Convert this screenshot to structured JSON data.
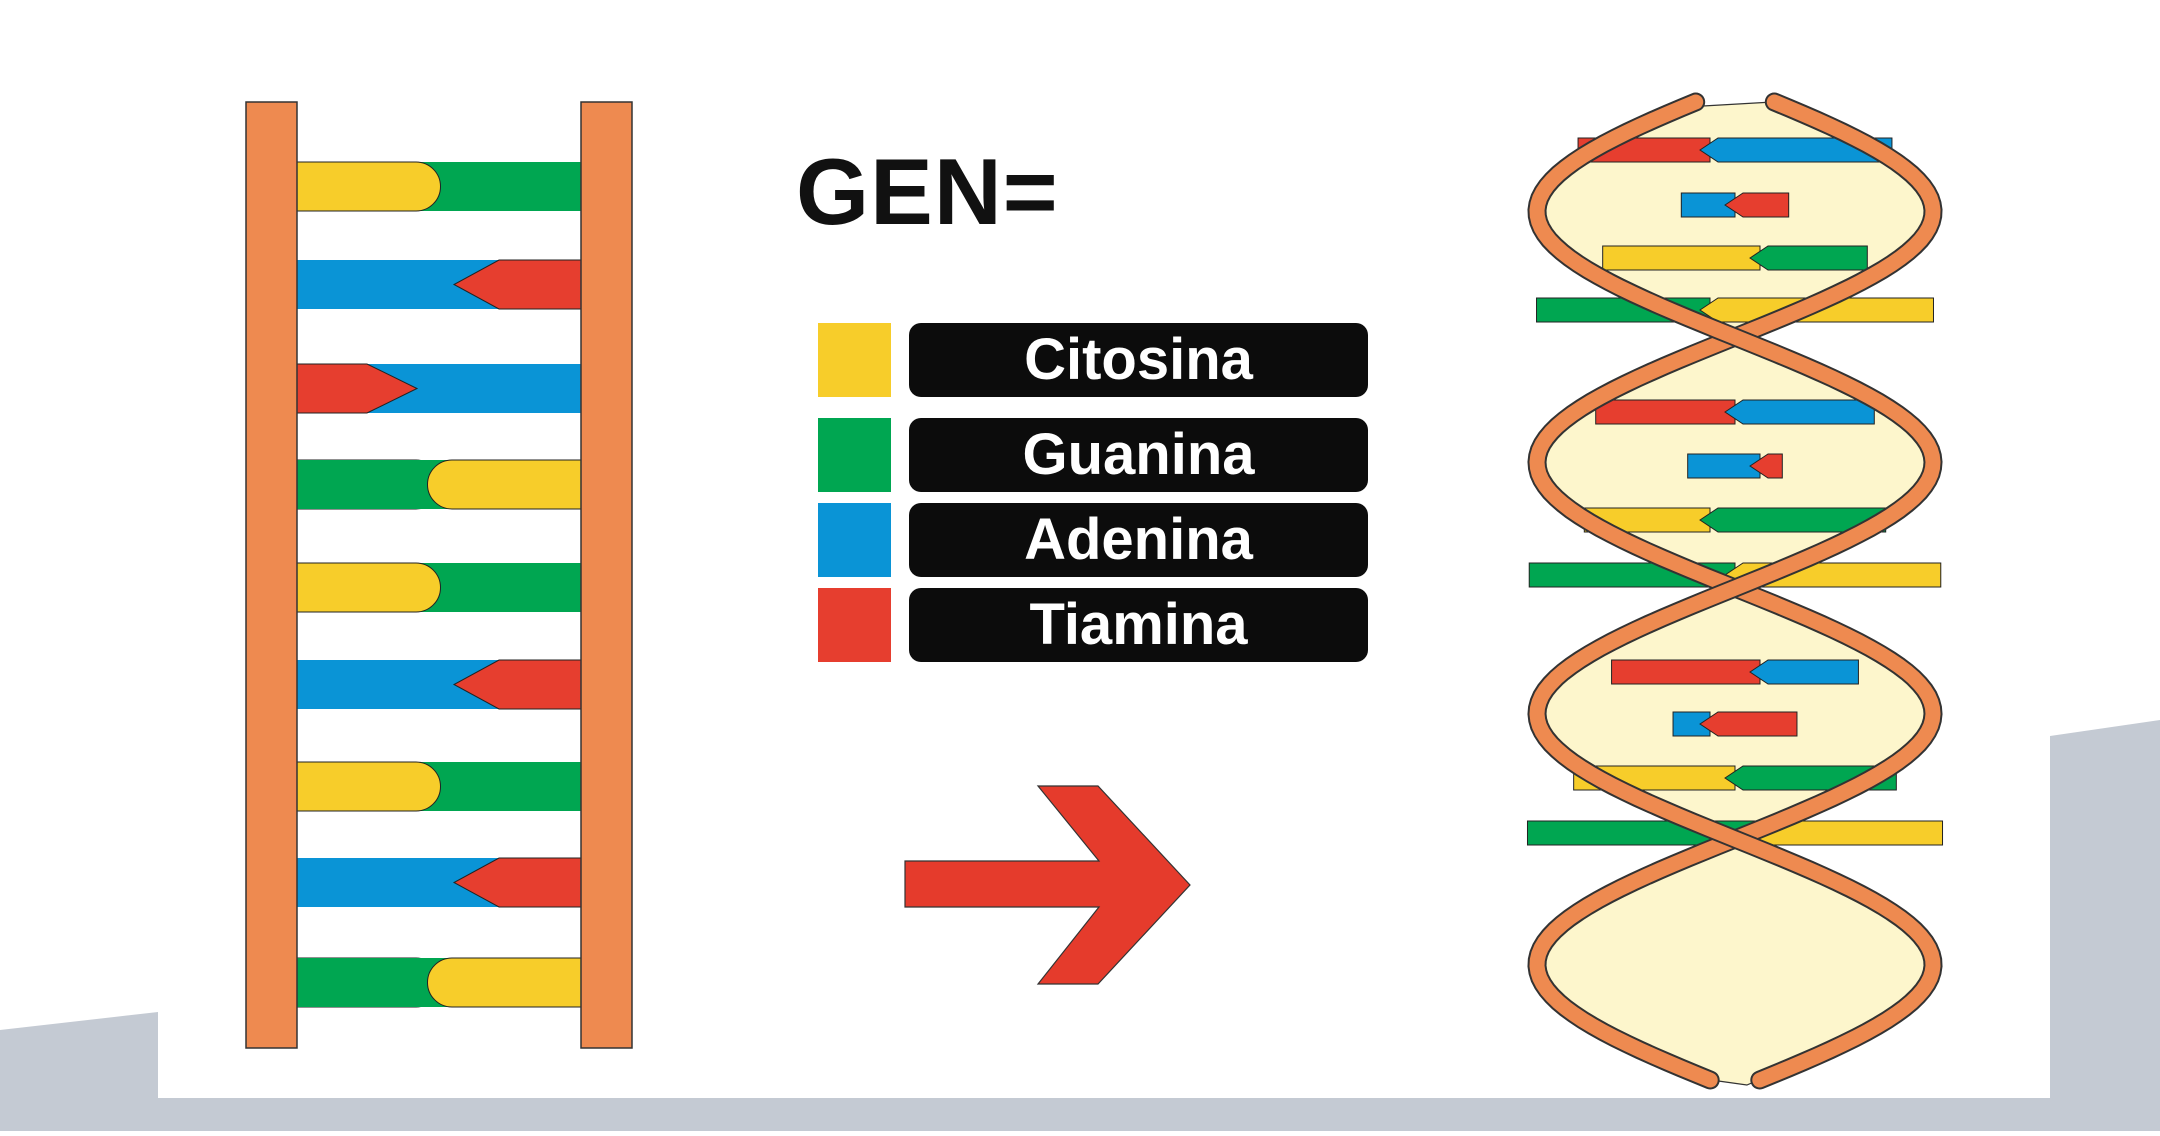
{
  "title": "GEN=",
  "colors": {
    "yellow": "#f7cd2a",
    "green": "#00a651",
    "blue": "#0a94d6",
    "red": "#e63e2f",
    "backbone": "#ee8a50",
    "helix_core": "#fdf6cc",
    "arrow": "#e53b2c"
  },
  "legend": [
    {
      "label": "Citosina",
      "color": "#f7cd2a"
    },
    {
      "label": "Guanina",
      "color": "#00a651"
    },
    {
      "label": "Adenina",
      "color": "#0a94d6"
    },
    {
      "label": "Tiamina",
      "color": "#e63e2f"
    }
  ],
  "ladder": {
    "rungs": [
      {
        "left": "yellow",
        "right": "green"
      },
      {
        "left": "blue",
        "right": "red"
      },
      {
        "left": "red",
        "right": "blue"
      },
      {
        "left": "green",
        "right": "yellow"
      },
      {
        "left": "yellow",
        "right": "green"
      },
      {
        "left": "blue",
        "right": "red"
      },
      {
        "left": "yellow",
        "right": "green"
      },
      {
        "left": "blue",
        "right": "red"
      },
      {
        "left": "green",
        "right": "yellow"
      }
    ]
  },
  "helix": {
    "rungs": [
      {
        "left": "red",
        "right": "blue"
      },
      {
        "left": "blue",
        "right": "red"
      },
      {
        "left": "yellow",
        "right": "green"
      },
      {
        "left": "green",
        "right": "yellow"
      },
      {
        "left": "red",
        "right": "blue"
      },
      {
        "left": "blue",
        "right": "red"
      },
      {
        "left": "yellow",
        "right": "green"
      },
      {
        "left": "green",
        "right": "yellow"
      },
      {
        "left": "red",
        "right": "blue"
      },
      {
        "left": "blue",
        "right": "red"
      },
      {
        "left": "yellow",
        "right": "green"
      },
      {
        "left": "green",
        "right": "yellow"
      }
    ]
  }
}
